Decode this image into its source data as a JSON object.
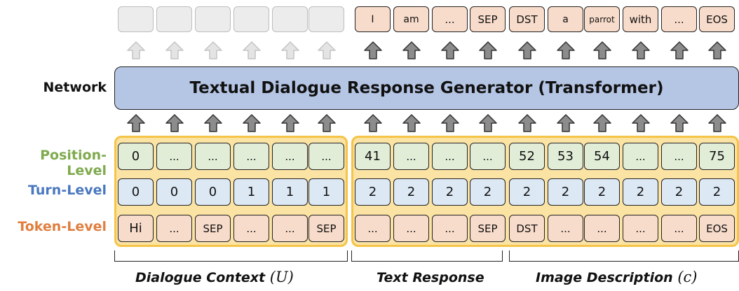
{
  "network": {
    "row_label": "Network",
    "title": "Textual Dialogue Response Generator (Transformer)",
    "fill_color": "#b5c5e4"
  },
  "rows": {
    "position": {
      "label": "Position-Level",
      "color": "#7faa4e"
    },
    "turn": {
      "label": "Turn-Level",
      "color": "#4a78c0"
    },
    "token": {
      "label": "Token-Level",
      "color": "#e07f3f"
    }
  },
  "output_tokens": {
    "context": [
      "",
      "",
      "",
      "",
      "",
      ""
    ],
    "response": [
      "I",
      "am",
      "...",
      "SEP",
      "DST",
      "a",
      "parrot",
      "with",
      "...",
      "EOS"
    ]
  },
  "input": {
    "position": [
      "0",
      "...",
      "...",
      "...",
      "...",
      "...",
      "41",
      "...",
      "...",
      "...",
      "52",
      "53",
      "54",
      "...",
      "...",
      "75"
    ],
    "turn": [
      "0",
      "0",
      "0",
      "1",
      "1",
      "1",
      "2",
      "2",
      "2",
      "2",
      "2",
      "2",
      "2",
      "2",
      "2",
      "2"
    ],
    "token": [
      "Hi",
      "...",
      "SEP",
      "...",
      "...",
      "SEP",
      "...",
      "...",
      "...",
      "SEP",
      "DST",
      "...",
      "...",
      "...",
      "...",
      "EOS"
    ]
  },
  "segments": {
    "context_caption": "Dialogue  Context",
    "context_symbol": "(U)",
    "response_caption": "Text  Response",
    "image_caption": "Image  Description",
    "image_symbol": "(c)",
    "highlight_fill": "#fbe3a4",
    "highlight_border": "#f5c448"
  }
}
